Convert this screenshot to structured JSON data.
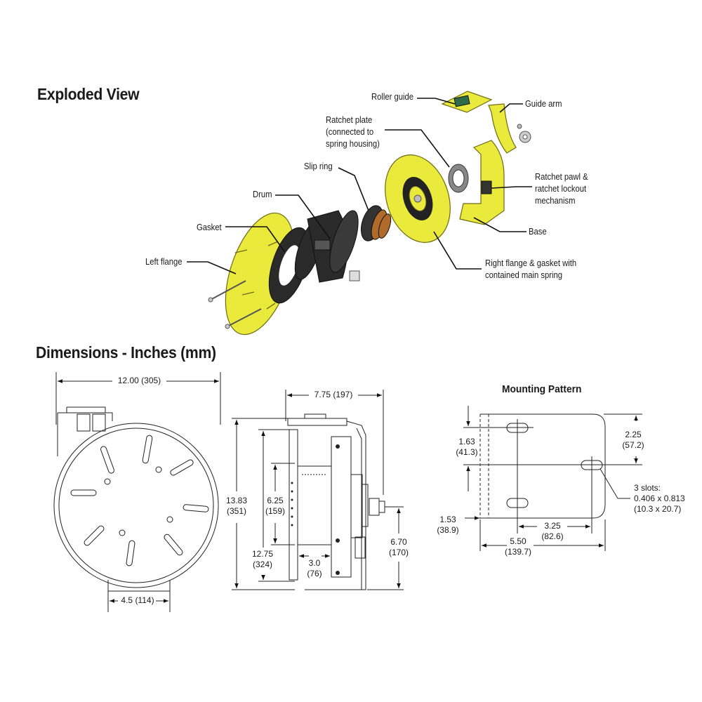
{
  "exploded": {
    "title": "Exploded View",
    "labels": {
      "roller_guide": "Roller guide",
      "guide_arm": "Guide arm",
      "ratchet_plate_1": "Ratchet plate",
      "ratchet_plate_2": "(connected to",
      "ratchet_plate_3": "spring housing)",
      "slip_ring": "Slip ring",
      "drum": "Drum",
      "gasket": "Gasket",
      "left_flange": "Left flange",
      "ratchet_pawl_1": "Ratchet pawl &",
      "ratchet_pawl_2": "ratchet lockout",
      "ratchet_pawl_3": "mechanism",
      "base": "Base",
      "right_flange_1": "Right flange & gasket with",
      "right_flange_2": "contained main spring"
    }
  },
  "dimensions": {
    "title": "Dimensions - Inches (mm)",
    "front": {
      "width_in": "12.00 (305)",
      "base_in": "4.5 (114)"
    },
    "side": {
      "depth_in": "7.75 (197)",
      "height_in": "13.83",
      "height_mm": "(351)",
      "flange_in": "12.75",
      "flange_mm": "(324)",
      "drum_in": "6.25",
      "drum_mm": "(159)",
      "width_in": "3.0",
      "width_mm": "(76)",
      "axle_in": "6.70",
      "axle_mm": "(170)"
    },
    "mounting": {
      "title": "Mounting Pattern",
      "a_in": "1.63",
      "a_mm": "(41.3)",
      "b_in": "2.25",
      "b_mm": "(57.2)",
      "slots_1": "3 slots:",
      "slots_2": "0.406 x 0.813",
      "slots_3": "(10.3 x 20.7)",
      "c_in": "1.53",
      "c_mm": "(38.9)",
      "d_in": "3.25",
      "d_mm": "(82.6)",
      "e_in": "5.50",
      "e_mm": "(139.7)"
    }
  },
  "colors": {
    "part_yellow": "#eaea3c",
    "line": "#222222"
  }
}
